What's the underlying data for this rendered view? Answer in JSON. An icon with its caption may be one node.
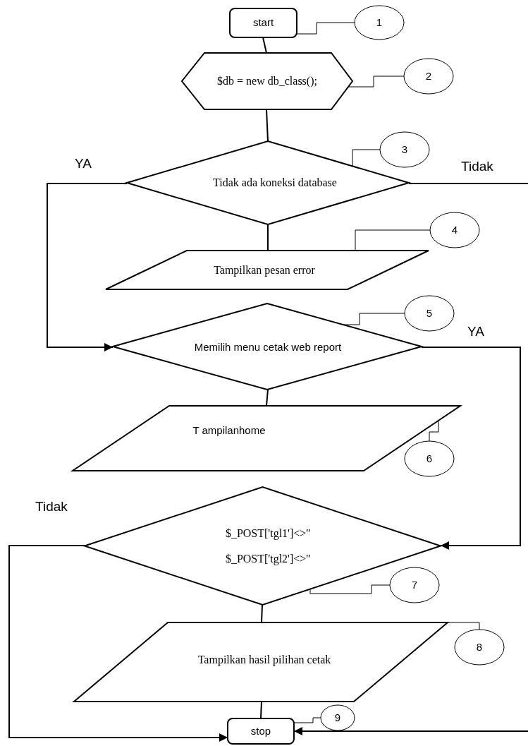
{
  "diagram": {
    "nodes": [
      {
        "text": [
          "start"
        ]
      },
      {
        "text": [
          "$db = new db_class();"
        ]
      },
      {
        "text": [
          "Tidak  ada koneksi database"
        ]
      },
      {
        "text": [
          "Tampilkan pesan error"
        ]
      },
      {
        "text": [
          "Memilih menu cetak web report"
        ]
      },
      {
        "text": [
          "T ampilanhome"
        ]
      },
      {
        "text": [
          "$_POST['tgl1']<>''",
          "$_POST['tgl2']<>''"
        ]
      },
      {
        "text": [
          "Tampilkan hasil pilihan cetak"
        ]
      },
      {
        "text": [
          "stop"
        ]
      },
      {
        "text": [
          "1"
        ]
      },
      {
        "text": [
          "2"
        ]
      },
      {
        "text": [
          "3"
        ]
      },
      {
        "text": [
          "4"
        ]
      },
      {
        "text": [
          "5"
        ]
      },
      {
        "text": [
          "6"
        ]
      },
      {
        "text": [
          "7"
        ]
      },
      {
        "text": [
          "8"
        ]
      },
      {
        "text": [
          "9"
        ]
      }
    ],
    "edges": [
      {
        "from": 0,
        "to": 1,
        "arrow": "none"
      },
      {
        "from": 1,
        "to": 2,
        "arrow": "none"
      },
      {
        "from": 2,
        "to": 3,
        "arrow": "none"
      },
      {
        "from": 2,
        "to": 4,
        "arrow": "to",
        "label": "YA"
      },
      {
        "from": 2,
        "to": null,
        "arrow": "none",
        "label": "Tidak"
      },
      {
        "from": 4,
        "to": 5,
        "arrow": "none"
      },
      {
        "from": 4,
        "to": 6,
        "arrow": "to",
        "label": "YA"
      },
      {
        "from": 6,
        "to": 7,
        "arrow": "none"
      },
      {
        "from": 6,
        "to": 8,
        "arrow": "to",
        "label": "Tidak"
      },
      {
        "from": 7,
        "to": 8,
        "arrow": "none"
      },
      {
        "from": null,
        "to": 8,
        "arrow": "to"
      },
      {
        "from": 9,
        "to": 0,
        "arrow": "none"
      },
      {
        "from": 10,
        "to": 1,
        "arrow": "none"
      },
      {
        "from": 11,
        "to": 2,
        "arrow": "none"
      },
      {
        "from": 12,
        "to": 3,
        "arrow": "none"
      },
      {
        "from": 13,
        "to": 4,
        "arrow": "none"
      },
      {
        "from": 14,
        "to": 5,
        "arrow": "none"
      },
      {
        "from": 15,
        "to": 6,
        "arrow": "none"
      },
      {
        "from": 16,
        "to": 7,
        "arrow": "none"
      },
      {
        "from": 17,
        "to": 8,
        "arrow": "none"
      }
    ]
  }
}
